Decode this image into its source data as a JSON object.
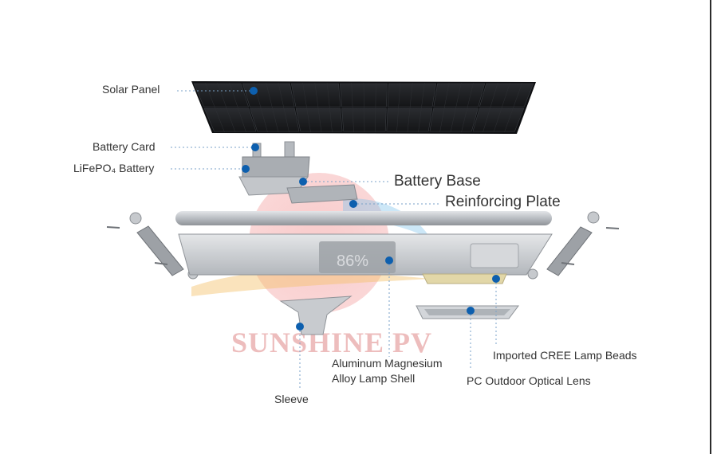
{
  "diagram": {
    "labels": {
      "solar_panel": "Solar Panel",
      "battery_card": "Battery Card",
      "lifepo4_battery": "LiFePO₄ Battery",
      "battery_base": "Battery Base",
      "reinforcing_plate": "Reinforcing Plate",
      "cree_beads": "Imported CREE Lamp Beads",
      "lamp_shell_line1": "Aluminum Magnesium",
      "lamp_shell_line2": "Alloy Lamp Shell",
      "optical_lens": "PC Outdoor Optical Lens",
      "sleeve": "Sleeve"
    },
    "display_percent": "86%",
    "watermark": "SUNSHINE PV",
    "colors": {
      "callout_dot": "#0d5fae",
      "leader_line": "#7aa2c8",
      "solar_cell": "#1d1f22",
      "housing": "#c9ccd0",
      "watermark": "#e8a8a8"
    }
  }
}
